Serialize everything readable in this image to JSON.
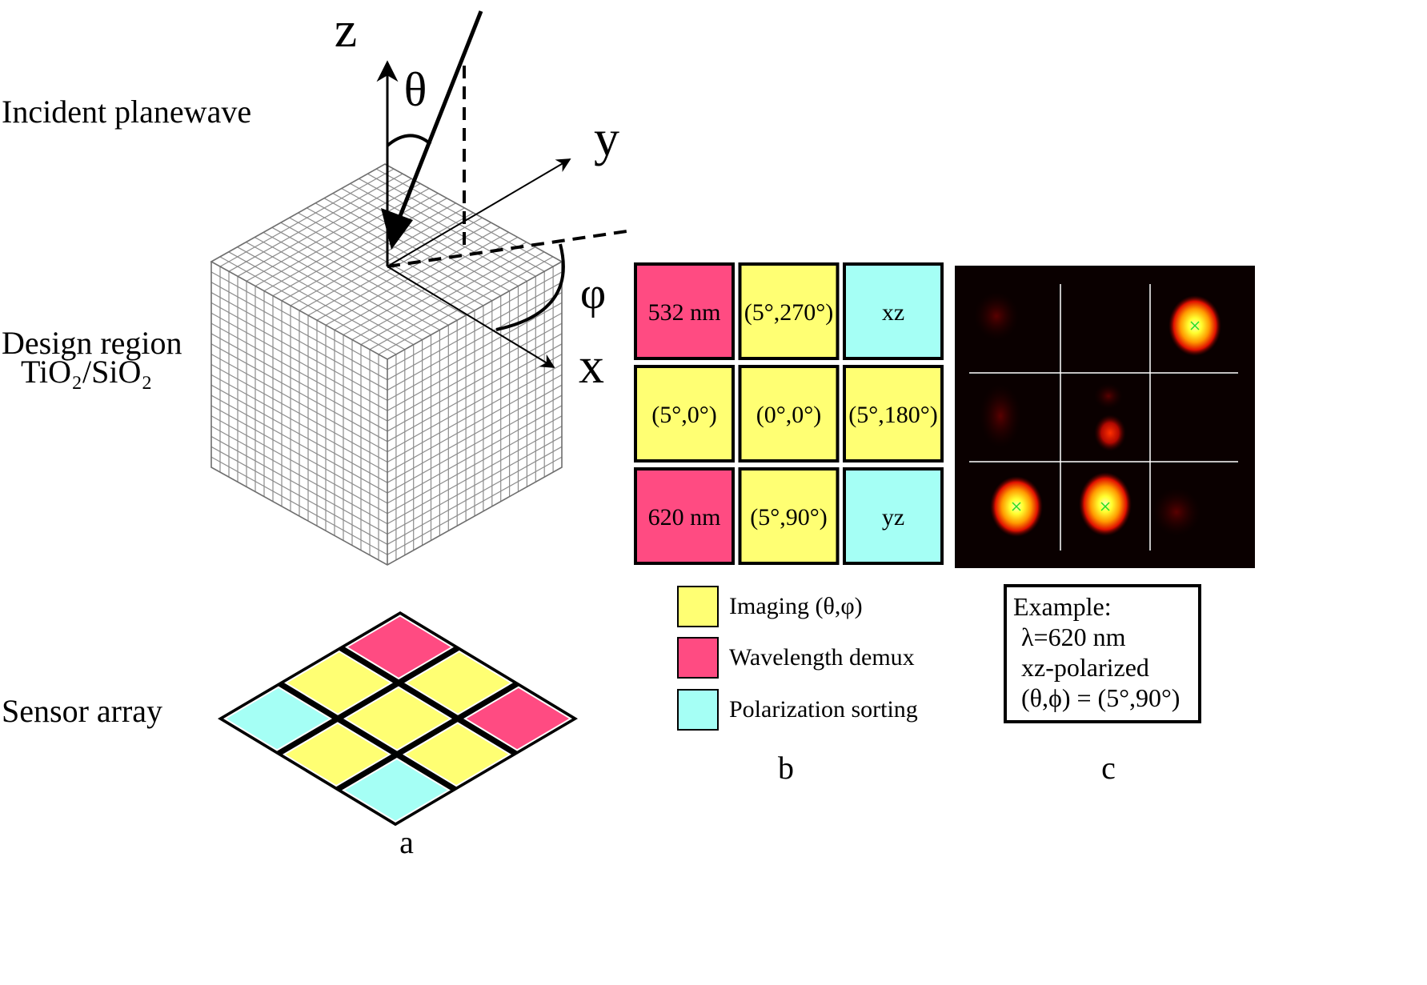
{
  "panel_a": {
    "caption": "a",
    "labels": {
      "incident": "Incident planewave",
      "design_region": "Design region",
      "material": "TiO₂/SiO₂",
      "sensor_array": "Sensor array"
    },
    "axes": {
      "z": "z",
      "y": "y",
      "x": "x",
      "theta": "θ",
      "phi": "φ"
    }
  },
  "panel_b": {
    "caption": "b",
    "grid": [
      [
        {
          "text": "532 nm",
          "type": "wavelength"
        },
        {
          "text": "(5°,270°)",
          "type": "imaging"
        },
        {
          "text": "xz",
          "type": "polarization"
        }
      ],
      [
        {
          "text": "(5°,0°)",
          "type": "imaging"
        },
        {
          "text": "(0°,0°)",
          "type": "imaging"
        },
        {
          "text": "(5°,180°)",
          "type": "imaging"
        }
      ],
      [
        {
          "text": "620 nm",
          "type": "wavelength"
        },
        {
          "text": "(5°,90°)",
          "type": "imaging"
        },
        {
          "text": "yz",
          "type": "polarization"
        }
      ]
    ],
    "legend": [
      {
        "label": "Imaging (θ,φ)",
        "type": "imaging"
      },
      {
        "label": "Wavelength demux",
        "type": "wavelength"
      },
      {
        "label": "Polarization sorting",
        "type": "polarization"
      }
    ]
  },
  "panel_c": {
    "caption": "c",
    "example": {
      "title": "Example:",
      "lines": [
        "λ=620 nm",
        "xz-polarized",
        "(θ,ϕ) = (5°,90°)"
      ]
    }
  },
  "colors": {
    "imaging": "#ffff73",
    "wavelength": "#ff4b82",
    "polarization": "#a5fff5",
    "mesh": "#8c8c8c",
    "field_background": "#0a0000"
  }
}
